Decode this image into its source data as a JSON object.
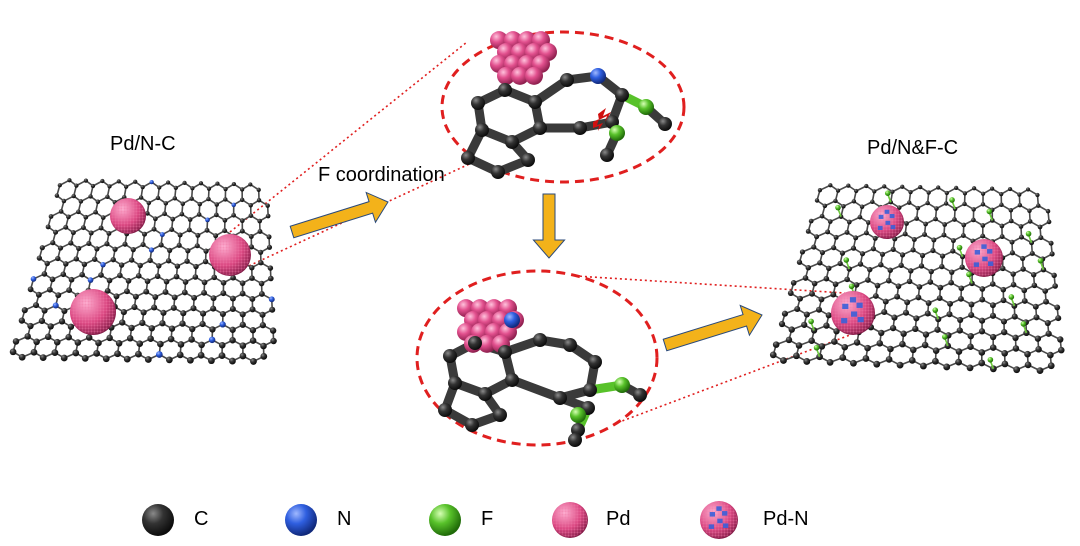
{
  "left_panel": {
    "title": "Pd/N-C"
  },
  "right_panel": {
    "title": "Pd/N&F-C"
  },
  "process": {
    "step_label": "F coordination"
  },
  "legend": {
    "items": [
      {
        "label": "C",
        "color": "#2f2f2f",
        "icon": "carbon-atom-icon"
      },
      {
        "label": "N",
        "color": "#2f5fe0",
        "icon": "nitrogen-atom-icon"
      },
      {
        "label": "F",
        "color": "#58c22a",
        "icon": "fluorine-atom-icon"
      },
      {
        "label": "Pd",
        "color": "#e2508e",
        "icon": "pd-cluster-icon"
      },
      {
        "label": "Pd-N",
        "color": "#e2508e",
        "icon": "pd-n-cluster-icon"
      }
    ]
  },
  "colors": {
    "carbon": "#2f2f2f",
    "nitrogen": "#2f5fe0",
    "fluorine": "#58c22a",
    "palladium": "#e2508e",
    "arrow_fill": "#f3b21a",
    "arrow_edge": "#2b4a7a",
    "zoom_circle": "#e01f1f",
    "bolt": "#d01010"
  }
}
